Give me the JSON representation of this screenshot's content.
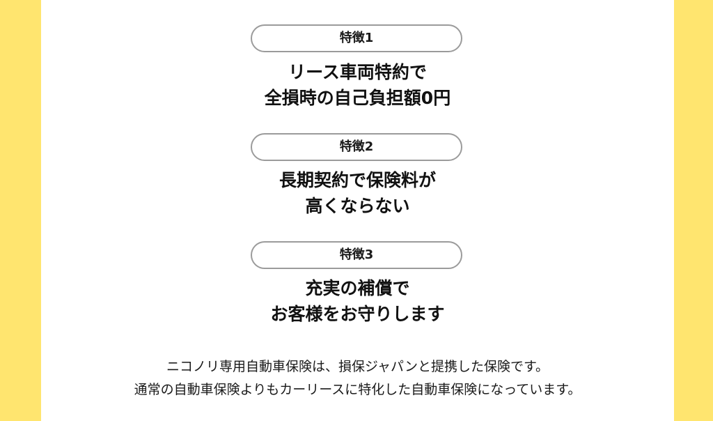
{
  "features": [
    {
      "label": "特徴1",
      "line1": "リース車両特約で",
      "line2": "全損時の自己負担額0円"
    },
    {
      "label": "特徴2",
      "line1": "長期契約で保険料が",
      "line2": "高くならない"
    },
    {
      "label": "特徴3",
      "line1": "充実の補償で",
      "line2": "お客様をお守りします"
    }
  ],
  "description": {
    "line1": "ニコノリ専用自動車保険は、損保ジャパンと提携した保険です。",
    "line2": "通常の自動車保険よりもカーリースに特化した自動車保険になっています。"
  },
  "colors": {
    "side_background": "#ffe56f",
    "panel_background": "#ffffff",
    "pill_border": "#9b9b9b",
    "text": "#111111"
  }
}
